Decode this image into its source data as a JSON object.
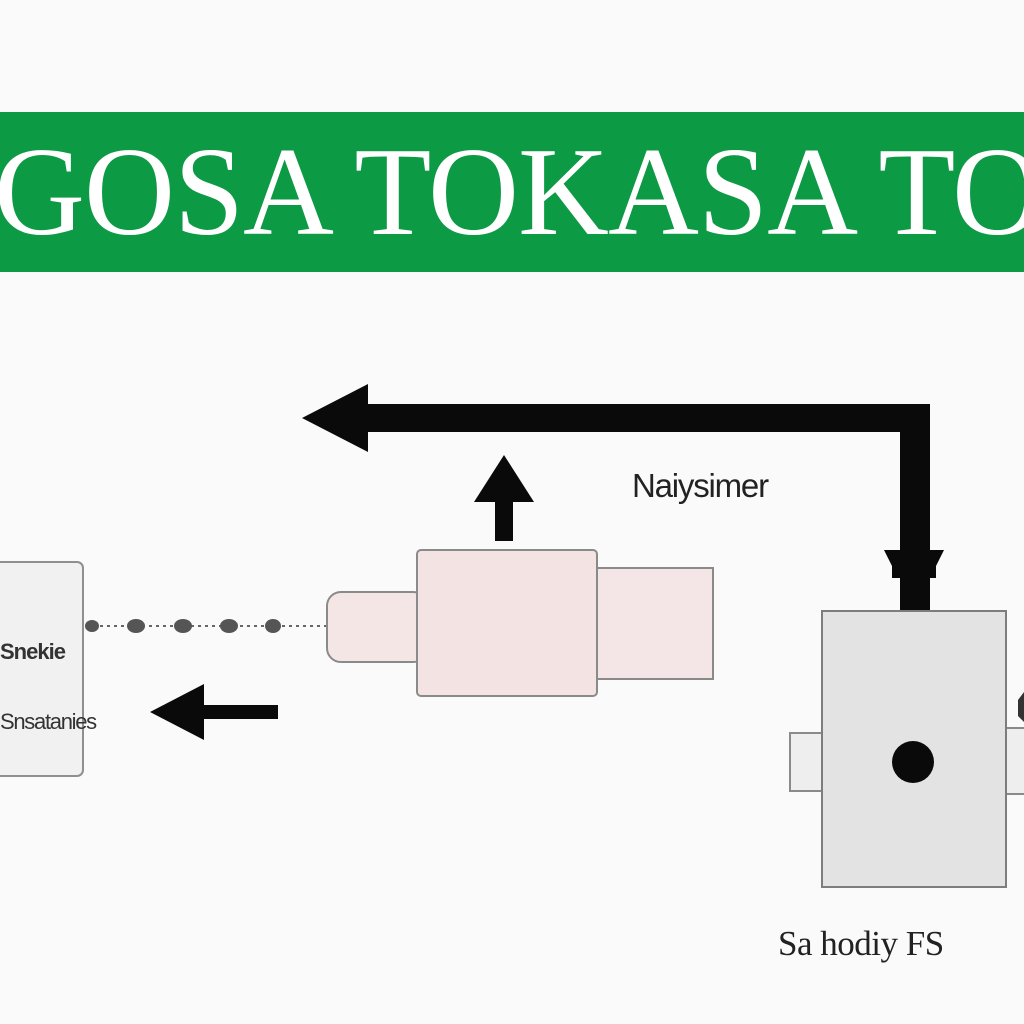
{
  "banner": {
    "text": "GOSA TOKASA TOY",
    "color": "#0d9a45"
  },
  "labels": {
    "top_right": "Naiysimer",
    "left_upper": "Snekie",
    "left_lower": "Snsatanies",
    "bottom_right": "Sa hodiy FS"
  },
  "colors": {
    "arrow": "#0a0a0a",
    "pink_part": "#f3e4e4",
    "gray_box": "#e2e2e2",
    "left_box": "#f1f1f1",
    "outline": "#8a8a8a"
  }
}
